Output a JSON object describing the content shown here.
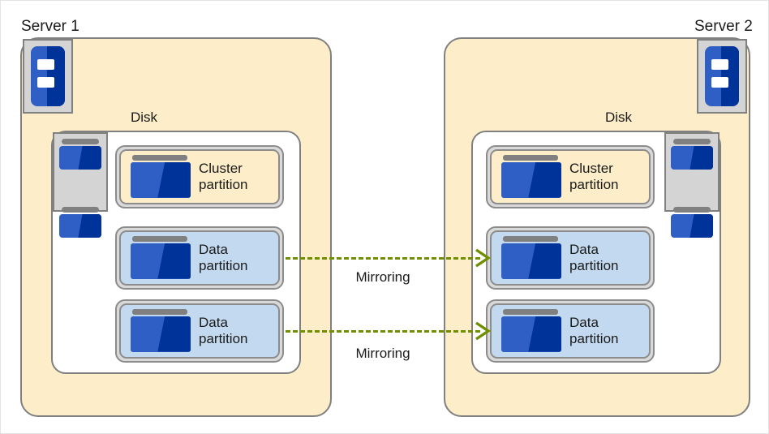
{
  "diagram": {
    "title_hidden": "",
    "colors": {
      "server_fill": "#fdeec9",
      "disk_fill": "#ffffff",
      "cluster_partition_fill": "#fdeec9",
      "data_partition_fill": "#c3d9ef",
      "border_gray": "#808080",
      "mirror_green": "#6f8f00",
      "icon_blue": "#2f5fc4",
      "icon_blue_dark": "#00339a"
    }
  },
  "servers": [
    {
      "label": "Server 1",
      "disk_label": "Disk",
      "partitions": [
        {
          "name": "Cluster\npartition",
          "type": "cluster"
        },
        {
          "name": "Data\npartition",
          "type": "data"
        },
        {
          "name": "Data\npartition",
          "type": "data"
        }
      ]
    },
    {
      "label": "Server 2",
      "disk_label": "Disk",
      "partitions": [
        {
          "name": "Cluster\npartition",
          "type": "cluster"
        },
        {
          "name": "Data\npartition",
          "type": "data"
        },
        {
          "name": "Data\npartition",
          "type": "data"
        }
      ]
    }
  ],
  "connections": [
    {
      "label": "Mirroring",
      "from": "server1.data_partition_1",
      "to": "server2.data_partition_1"
    },
    {
      "label": "Mirroring",
      "from": "server1.data_partition_2",
      "to": "server2.data_partition_2"
    }
  ]
}
